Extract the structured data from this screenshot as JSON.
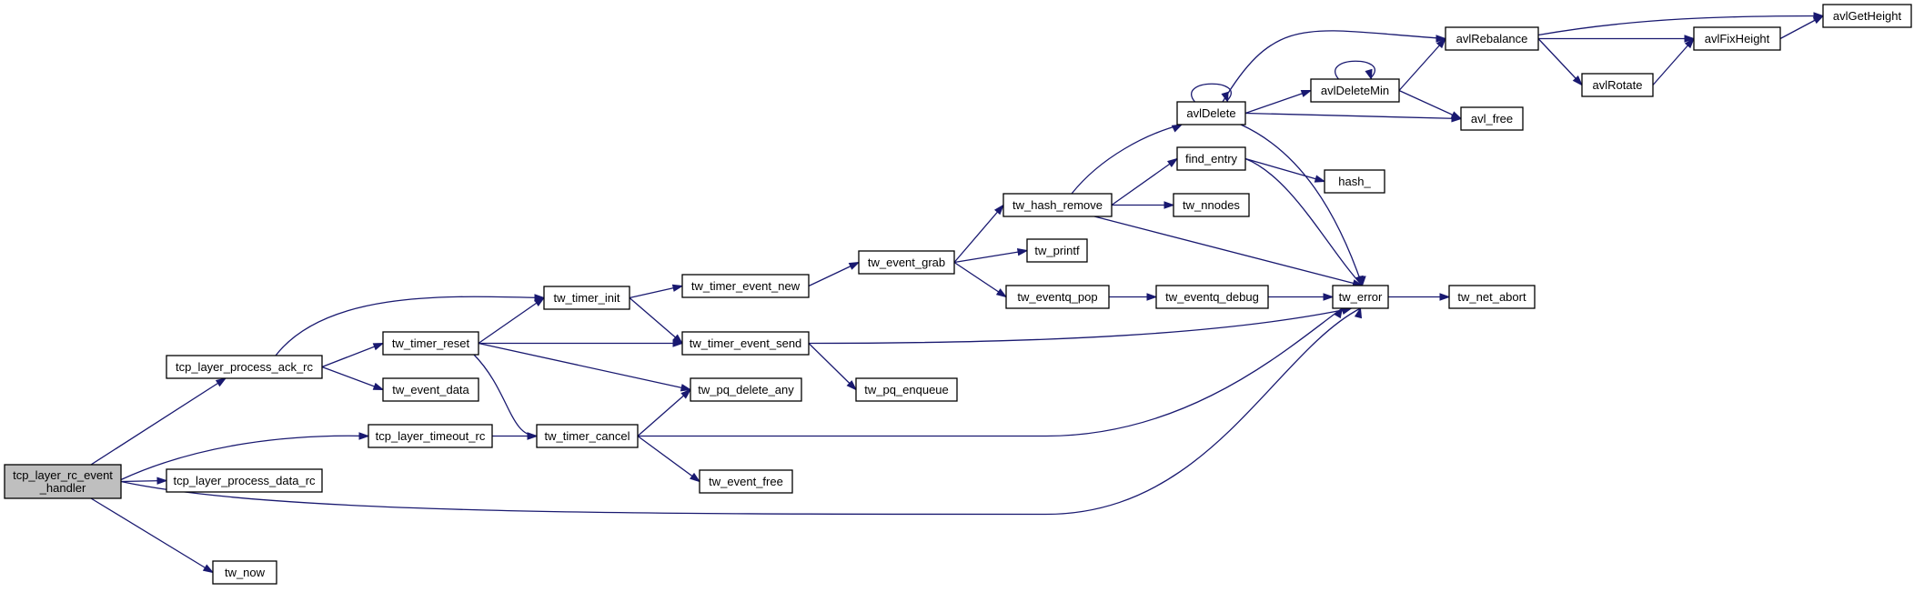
{
  "colors": {
    "edge": "#191970",
    "node_fill": "#ffffff",
    "root_fill": "#bfbfbf",
    "node_border": "#000000"
  },
  "nodes": [
    {
      "id": "root",
      "lines": [
        "tcp_layer_rc_event",
        "_handler"
      ],
      "root": true
    },
    {
      "id": "ack",
      "lines": [
        "tcp_layer_process_ack_rc"
      ]
    },
    {
      "id": "timeout",
      "lines": [
        "tcp_layer_timeout_rc"
      ]
    },
    {
      "id": "data_rc",
      "lines": [
        "tcp_layer_process_data_rc"
      ]
    },
    {
      "id": "now",
      "lines": [
        "tw_now"
      ]
    },
    {
      "id": "timer_init",
      "lines": [
        "tw_timer_init"
      ]
    },
    {
      "id": "timer_reset",
      "lines": [
        "tw_timer_reset"
      ]
    },
    {
      "id": "event_data",
      "lines": [
        "tw_event_data"
      ]
    },
    {
      "id": "timer_cancel",
      "lines": [
        "tw_timer_cancel"
      ]
    },
    {
      "id": "timer_event_new",
      "lines": [
        "tw_timer_event_new"
      ]
    },
    {
      "id": "timer_event_send",
      "lines": [
        "tw_timer_event_send"
      ]
    },
    {
      "id": "pq_delete_any",
      "lines": [
        "tw_pq_delete_any"
      ]
    },
    {
      "id": "event_free",
      "lines": [
        "tw_event_free"
      ]
    },
    {
      "id": "event_grab",
      "lines": [
        "tw_event_grab"
      ]
    },
    {
      "id": "pq_enqueue",
      "lines": [
        "tw_pq_enqueue"
      ]
    },
    {
      "id": "hash_remove",
      "lines": [
        "tw_hash_remove"
      ]
    },
    {
      "id": "printf",
      "lines": [
        "tw_printf"
      ]
    },
    {
      "id": "eventq_pop",
      "lines": [
        "tw_eventq_pop"
      ]
    },
    {
      "id": "eventq_debug",
      "lines": [
        "tw_eventq_debug"
      ]
    },
    {
      "id": "avlDelete",
      "lines": [
        "avlDelete"
      ]
    },
    {
      "id": "find_entry",
      "lines": [
        "find_entry"
      ]
    },
    {
      "id": "nnodes",
      "lines": [
        "tw_nnodes"
      ]
    },
    {
      "id": "error",
      "lines": [
        "tw_error"
      ]
    },
    {
      "id": "avlDeleteMin",
      "lines": [
        "avlDeleteMin"
      ]
    },
    {
      "id": "hash_",
      "lines": [
        "hash_"
      ]
    },
    {
      "id": "net_abort",
      "lines": [
        "tw_net_abort"
      ]
    },
    {
      "id": "avlRebalance",
      "lines": [
        "avlRebalance"
      ]
    },
    {
      "id": "avl_free",
      "lines": [
        "avl_free"
      ]
    },
    {
      "id": "avlRotate",
      "lines": [
        "avlRotate"
      ]
    },
    {
      "id": "avlFixHeight",
      "lines": [
        "avlFixHeight"
      ]
    },
    {
      "id": "avlGetHeight",
      "lines": [
        "avlGetHeight"
      ]
    }
  ],
  "edges": [
    [
      "root",
      "ack"
    ],
    [
      "root",
      "timeout"
    ],
    [
      "root",
      "data_rc"
    ],
    [
      "root",
      "now"
    ],
    [
      "root",
      "error"
    ],
    [
      "ack",
      "timer_init"
    ],
    [
      "ack",
      "timer_reset"
    ],
    [
      "ack",
      "event_data"
    ],
    [
      "timeout",
      "timer_cancel"
    ],
    [
      "timer_reset",
      "timer_init"
    ],
    [
      "timer_reset",
      "timer_event_send"
    ],
    [
      "timer_reset",
      "pq_delete_any"
    ],
    [
      "timer_reset",
      "timer_cancel"
    ],
    [
      "timer_init",
      "timer_event_new"
    ],
    [
      "timer_init",
      "timer_event_send"
    ],
    [
      "timer_cancel",
      "pq_delete_any"
    ],
    [
      "timer_cancel",
      "event_free"
    ],
    [
      "timer_cancel",
      "error"
    ],
    [
      "timer_event_new",
      "event_grab"
    ],
    [
      "timer_event_send",
      "pq_enqueue"
    ],
    [
      "timer_event_send",
      "error"
    ],
    [
      "event_grab",
      "hash_remove"
    ],
    [
      "event_grab",
      "printf"
    ],
    [
      "event_grab",
      "eventq_pop"
    ],
    [
      "eventq_pop",
      "eventq_debug"
    ],
    [
      "eventq_debug",
      "error"
    ],
    [
      "hash_remove",
      "avlDelete"
    ],
    [
      "hash_remove",
      "find_entry"
    ],
    [
      "hash_remove",
      "nnodes"
    ],
    [
      "hash_remove",
      "error"
    ],
    [
      "avlDelete",
      "avlDelete"
    ],
    [
      "avlDelete",
      "avlDeleteMin"
    ],
    [
      "avlDelete",
      "avl_free"
    ],
    [
      "avlDelete",
      "avlRebalance"
    ],
    [
      "avlDelete",
      "error"
    ],
    [
      "find_entry",
      "hash_"
    ],
    [
      "find_entry",
      "error"
    ],
    [
      "error",
      "net_abort"
    ],
    [
      "avlDeleteMin",
      "avlDeleteMin"
    ],
    [
      "avlDeleteMin",
      "avlRebalance"
    ],
    [
      "avlDeleteMin",
      "avl_free"
    ],
    [
      "avlRebalance",
      "avlGetHeight"
    ],
    [
      "avlRebalance",
      "avlFixHeight"
    ],
    [
      "avlRebalance",
      "avlRotate"
    ],
    [
      "avlRotate",
      "avlFixHeight"
    ],
    [
      "avlFixHeight",
      "avlGetHeight"
    ]
  ]
}
